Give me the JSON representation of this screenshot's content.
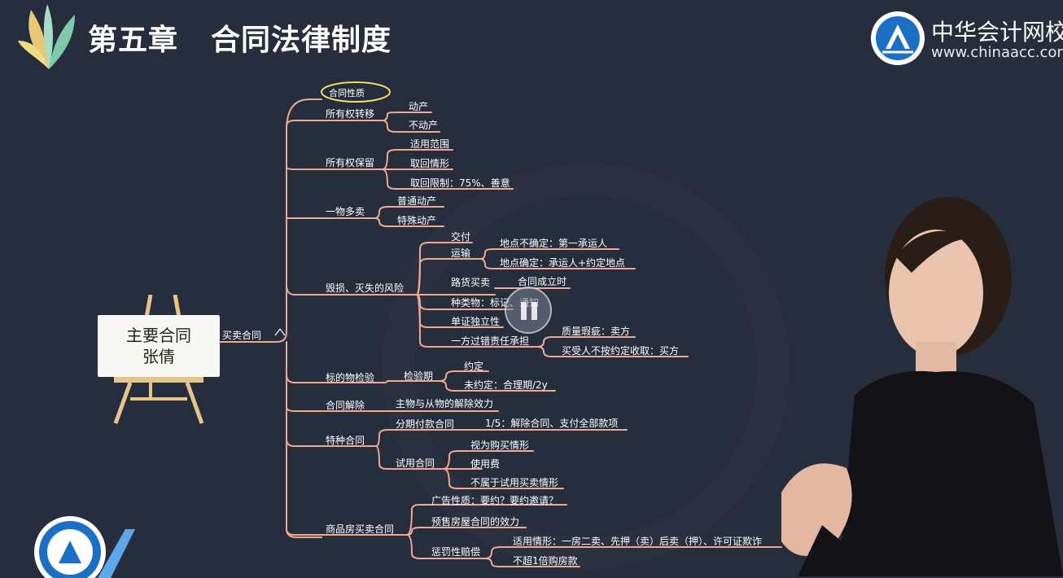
{
  "header": {
    "chapter": "第五章",
    "title": "合同法律制度"
  },
  "brand": {
    "name": "中华会计网校",
    "url": "www.chinaacc.com"
  },
  "easel": {
    "line1": "主要合同",
    "line2": "张倩"
  },
  "mindmap": {
    "root": "买卖合同",
    "n_xingzhi": "合同性质",
    "n_suoyouquan_zhuanyi": "所有权转移",
    "n_dongchan": "动产",
    "n_budongchan": "不动产",
    "n_suoyouquan_baoliu": "所有权保留",
    "n_shiyong_fanwei": "适用范围",
    "n_quhui_qingxing": "取回情形",
    "n_quhui_xianzhi": "取回限制：75%、善意",
    "n_yiwu_duomai": "一物多卖",
    "n_putong_dongchan": "普通动产",
    "n_teshu_dongchan": "特殊动产",
    "n_huisun": "毁损、灭失的风险",
    "n_jiaofu": "交付",
    "n_yunshu": "运输",
    "n_didian_buqueding": "地点不确定：第一承运人",
    "n_didian_queding": "地点确定：承运人+约定地点",
    "n_luhuo": "路货买卖",
    "n_hetong_chengli": "合同成立时",
    "n_zhonglei": "种类物：标记、通知",
    "n_dandan": "单证独立性",
    "n_yifang": "一方过错责任承担",
    "n_zhiliang": "质量瑕疵：卖方",
    "n_maishouren": "买受人不按约定收取：买方",
    "n_biaodiwu": "标的物检验",
    "n_jianyanqi": "检验期",
    "n_yueding": "约定",
    "n_weiyueding": "未约定：合理期/2y",
    "n_jiechu": "合同解除",
    "n_zhuwu": "主物与从物的解除效力",
    "n_tezhong": "特种合同",
    "n_fenqi": "分期付款合同",
    "n_wufenzhiyi": "1/5：解除合同、支付全部款项",
    "n_shiyong": "试用合同",
    "n_shiwei": "视为购买情形",
    "n_shiyongfei": "使用费",
    "n_bushuyu": "不属于试用买卖情形",
    "n_shangpinfang": "商品房买卖合同",
    "n_guanggao": "广告性质：要约？要约邀请？",
    "n_yushou": "预售房屋合同的效力",
    "n_chengfa": "惩罚性赔偿",
    "n_shiyong_qingxing": "适用情形：一房二卖、先押（卖）后卖（押）、许可证欺诈",
    "n_buchao": "不超1倍购房款"
  }
}
